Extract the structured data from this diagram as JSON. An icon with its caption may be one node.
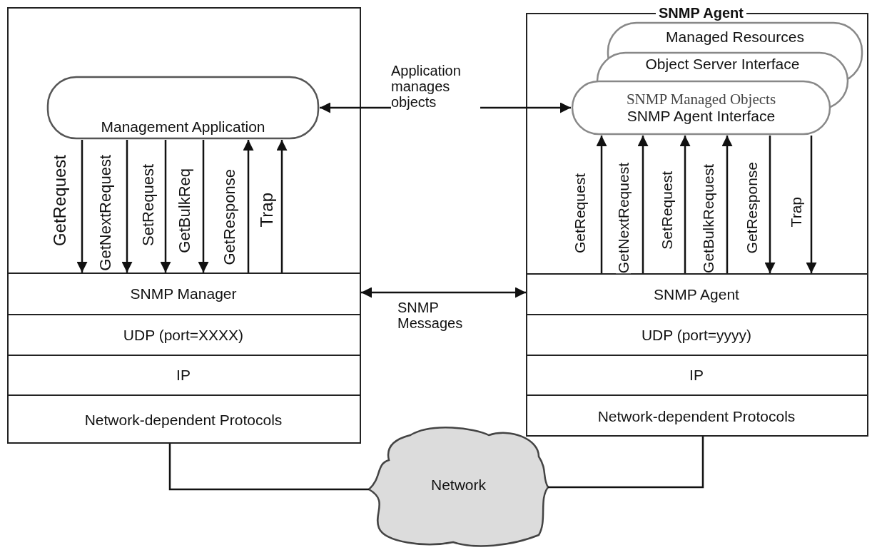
{
  "diagram": {
    "nodes": [
      {
        "text": [],
        "shape": "box"
      },
      {
        "text": [
          "Management Application"
        ],
        "in": 0
      },
      {
        "text": [
          "SNMP Manager"
        ],
        "in": 0
      },
      {
        "text": [
          "UDP (port=XXXX)"
        ],
        "in": 0
      },
      {
        "text": [
          "IP"
        ],
        "in": 0
      },
      {
        "text": [
          "Network-dependent Protocols"
        ],
        "in": 0
      },
      {
        "text": [
          "SNMP Agent"
        ]
      },
      {
        "text": [
          "Managed Resources"
        ],
        "in": 6
      },
      {
        "text": [
          "Object Server Interface"
        ],
        "in": 6
      },
      {
        "text": [
          "SNMP Managed Objects",
          "SNMP Agent Interface"
        ],
        "in": 6
      },
      {
        "text": [
          "SNMP Agent"
        ],
        "in": 6
      },
      {
        "text": [
          "UDP (port=yyyy)"
        ],
        "in": 6
      },
      {
        "text": [
          "IP"
        ],
        "in": 6
      },
      {
        "text": [
          "Network-dependent Protocols"
        ],
        "in": 6
      },
      {
        "text": [
          "Network"
        ]
      }
    ],
    "edges": [
      {
        "from": 1,
        "to": 2,
        "arrow": "to",
        "label": "GetRequest"
      },
      {
        "from": 1,
        "to": 2,
        "arrow": "to",
        "label": "GetNextRequest"
      },
      {
        "from": 1,
        "to": 2,
        "arrow": "to",
        "label": "SetRequest"
      },
      {
        "from": 1,
        "to": 2,
        "arrow": "to",
        "label": "GetBulkReq"
      },
      {
        "from": 2,
        "to": 1,
        "arrow": "to",
        "label": "GetResponse"
      },
      {
        "from": 2,
        "to": 1,
        "arrow": "to",
        "label": "Trap"
      },
      {
        "from": 10,
        "to": 9,
        "arrow": "to",
        "label": "GetRequest"
      },
      {
        "from": 10,
        "to": 9,
        "arrow": "to",
        "label": "GetNextRequest"
      },
      {
        "from": 10,
        "to": 9,
        "arrow": "to",
        "label": "SetRequest"
      },
      {
        "from": 10,
        "to": 9,
        "arrow": "to",
        "label": "GetBulkRequest"
      },
      {
        "from": 9,
        "to": 10,
        "arrow": "to",
        "label": "GetResponse"
      },
      {
        "from": 9,
        "to": 10,
        "arrow": "to",
        "label": "Trap"
      },
      {
        "from": 1,
        "to": 9,
        "arrow": "both",
        "label": "Application manages objects"
      },
      {
        "from": 2,
        "to": 10,
        "arrow": "both",
        "label": "SNMP Messages"
      },
      {
        "from": 5,
        "to": 14,
        "arrow": "none"
      },
      {
        "from": 13,
        "to": 14,
        "arrow": "none"
      }
    ]
  }
}
